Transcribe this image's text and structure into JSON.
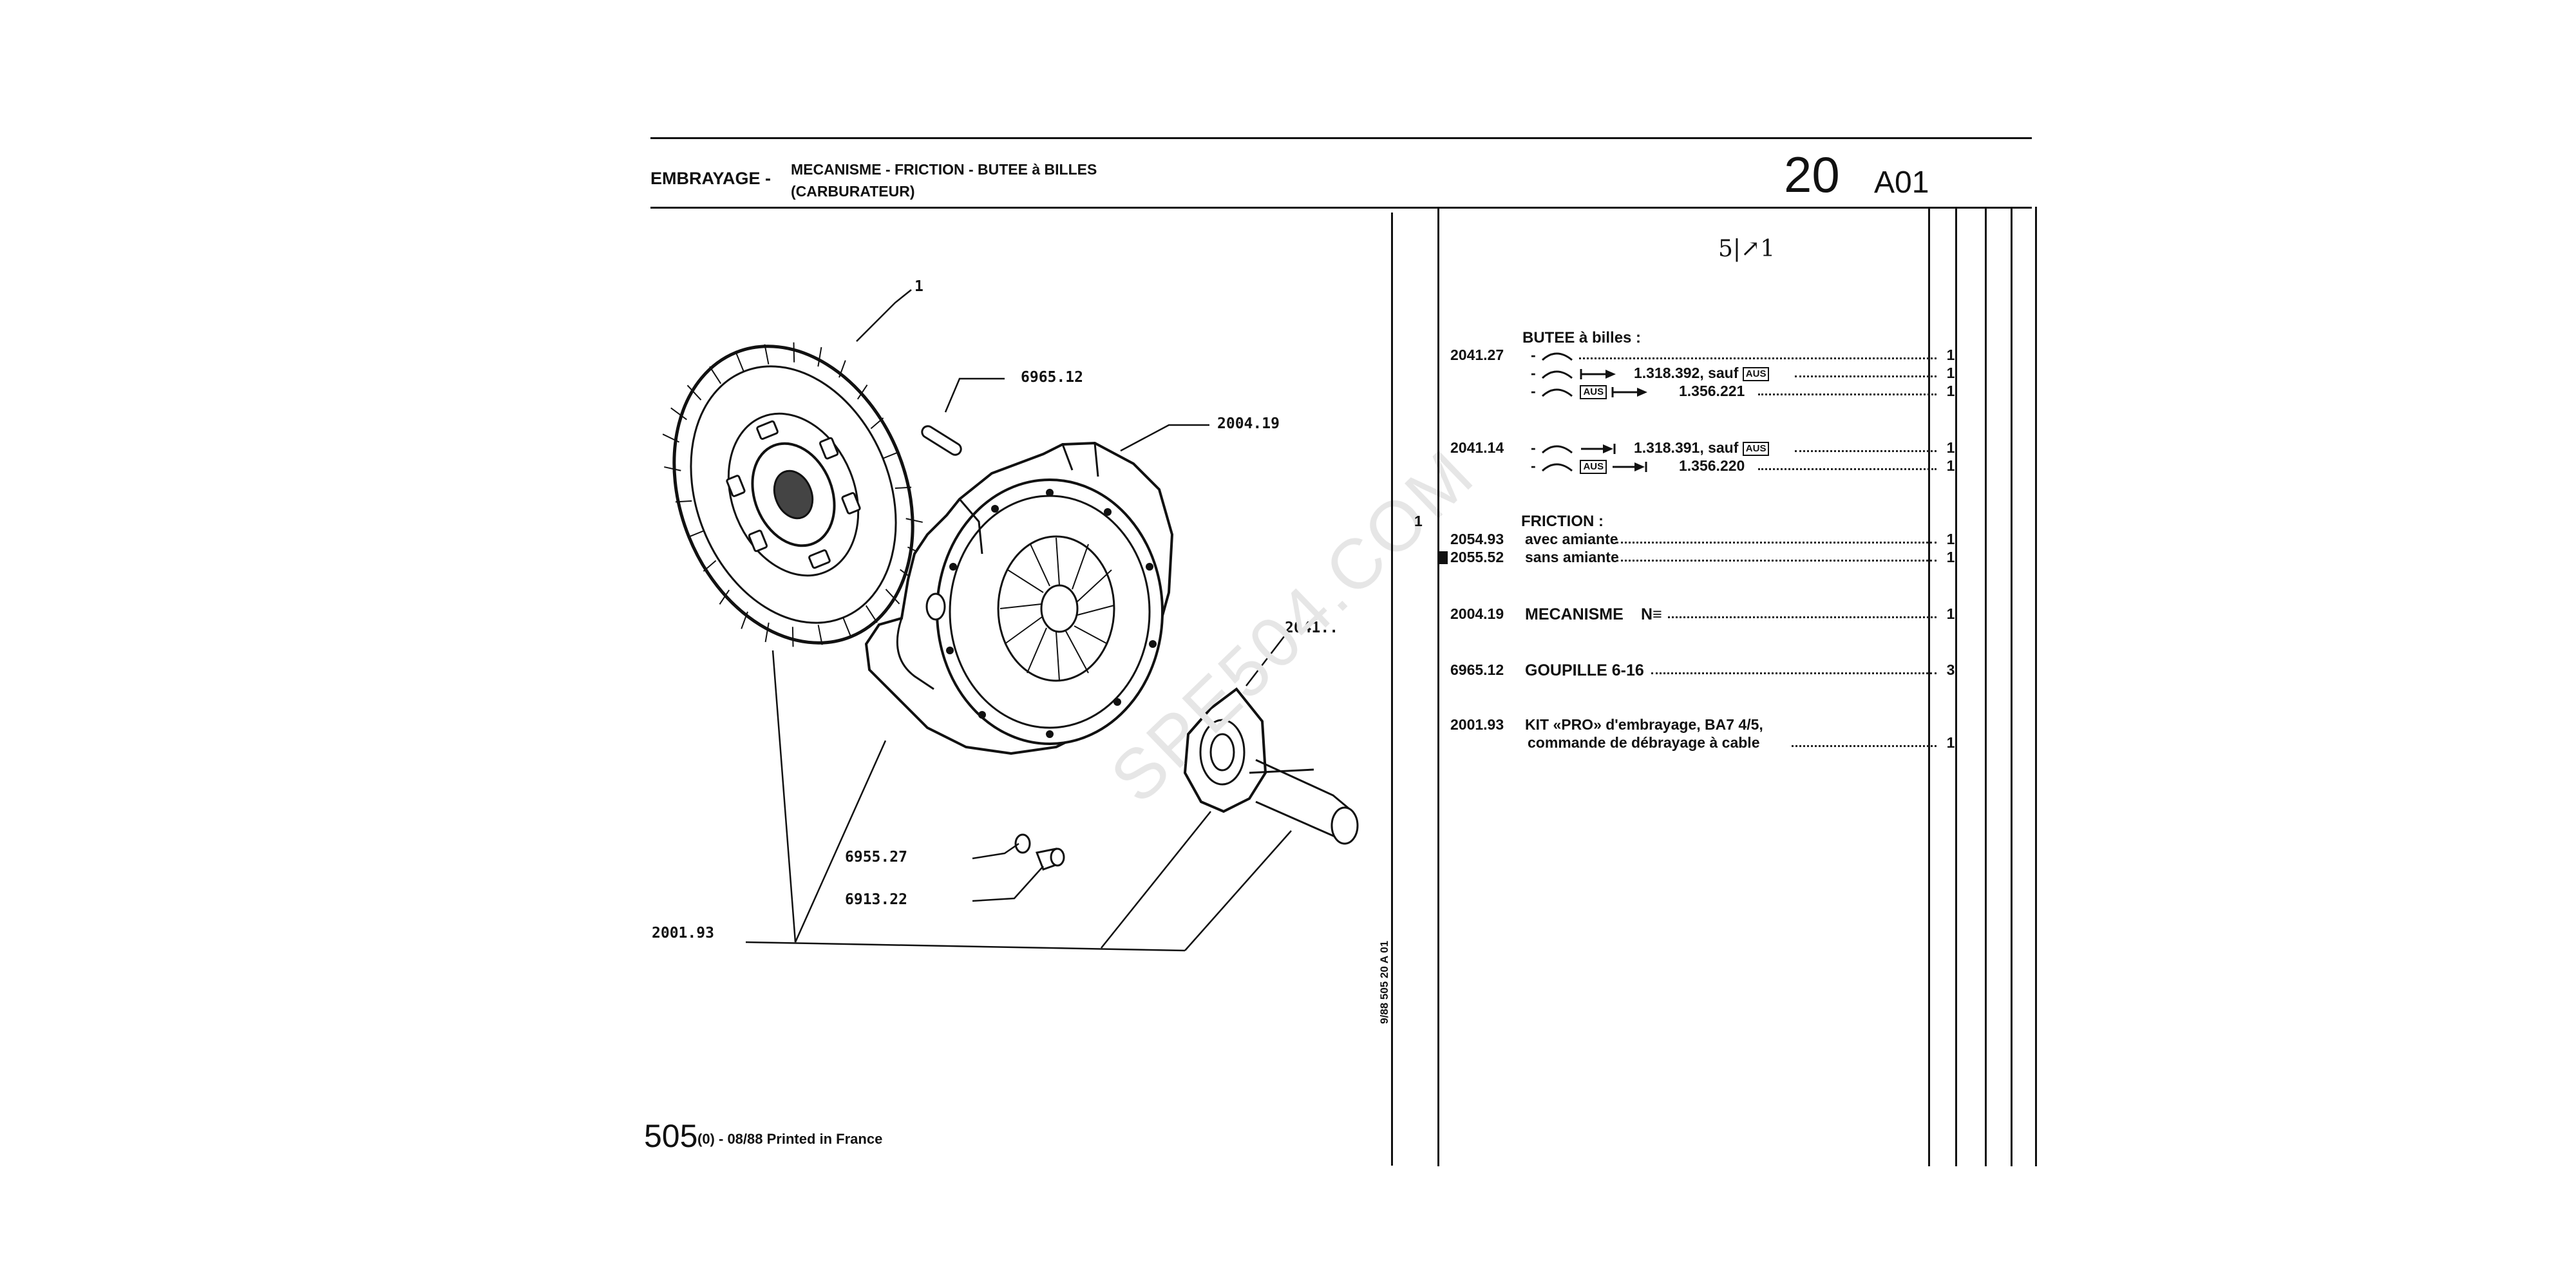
{
  "header": {
    "section": "EMBRAYAGE -",
    "subtitle_line1": "MECANISME - FRICTION - BUTEE à BILLES",
    "subtitle_line2": "(CARBURATEUR)",
    "group_number": "20",
    "plate_code": "A01"
  },
  "diagram": {
    "callouts": {
      "disc": "1",
      "pin": "6965.12",
      "mechanism": "2004.19",
      "bearing": "2041..",
      "washer": "6955.27",
      "screw": "6913.22",
      "kit": "2001.93"
    },
    "side_code": "9/88  505  20 A 01",
    "watermark": "SPE504.COM"
  },
  "footer": {
    "model": "505",
    "suffix": "(0) - 08/88 Printed in France"
  },
  "parts": {
    "handwritten_mark": "5|↗1",
    "group_marker": "1",
    "butee_heading": "BUTEE à billes :",
    "friction_heading": "FRICTION :",
    "rows": [
      {
        "ref": "2041.27",
        "desc": "",
        "qty": "1"
      },
      {
        "ref": "",
        "desc": "1.318.392, sauf",
        "badge": "AUS",
        "qty": "1"
      },
      {
        "ref": "",
        "desc": "1.356.221",
        "badge": "AUS",
        "qty": "1"
      },
      {
        "ref": "2041.14",
        "desc": "1.318.391, sauf",
        "badge": "AUS",
        "qty": "1"
      },
      {
        "ref": "",
        "desc": "1.356.220",
        "badge": "AUS",
        "qty": "1"
      },
      {
        "ref": "2054.93",
        "desc": "avec amiante",
        "qty": "1"
      },
      {
        "ref": "2055.52",
        "desc": "sans amiante",
        "qty": "1"
      },
      {
        "ref": "2004.19",
        "desc": "MECANISME",
        "note": "N≡",
        "qty": "1"
      },
      {
        "ref": "6965.12",
        "desc": "GOUPILLE 6-16",
        "qty": "3"
      },
      {
        "ref": "2001.93",
        "desc": "KIT «PRO» d'embrayage, BA7 4/5,",
        "qty": ""
      },
      {
        "ref": "",
        "desc": "commande de débrayage à cable",
        "qty": "1"
      }
    ]
  }
}
